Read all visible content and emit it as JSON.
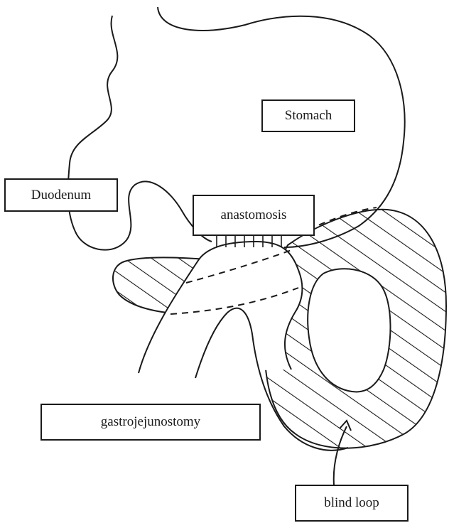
{
  "labels": {
    "stomach": "Stomach",
    "duodenum": "Duodenum",
    "anastomosis": "anastomosis",
    "gastrojejunostomy": "gastrojejunostomy",
    "blind_loop": "blind loop"
  },
  "colors": {
    "stroke": "#1a1a1a",
    "background": "#ffffff"
  }
}
